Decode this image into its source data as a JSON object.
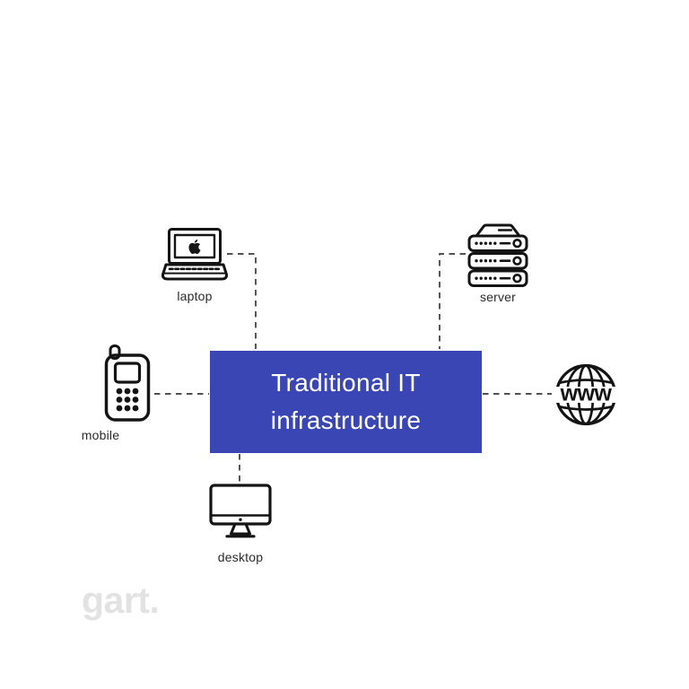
{
  "diagram": {
    "title": "Traditional IT infrastructure",
    "box_color": "#3a46b4",
    "title_color": "#ffffff",
    "connector_color": "#3a3a3a",
    "icon_color": "#141414",
    "label_color": "#2b2b2b",
    "connector_style": "dashed"
  },
  "nodes": {
    "laptop": {
      "label": "laptop",
      "icon": "laptop-apple-icon"
    },
    "server": {
      "label": "server",
      "icon": "server-rack-icon"
    },
    "mobile": {
      "label": "mobile",
      "icon": "mobile-phone-icon"
    },
    "www": {
      "label": "www",
      "icon": "globe-www-icon"
    },
    "desktop": {
      "label": "desktop",
      "icon": "desktop-monitor-icon"
    }
  },
  "branding": {
    "logo_text": "gart.",
    "logo_color": "#e2e2e2"
  }
}
